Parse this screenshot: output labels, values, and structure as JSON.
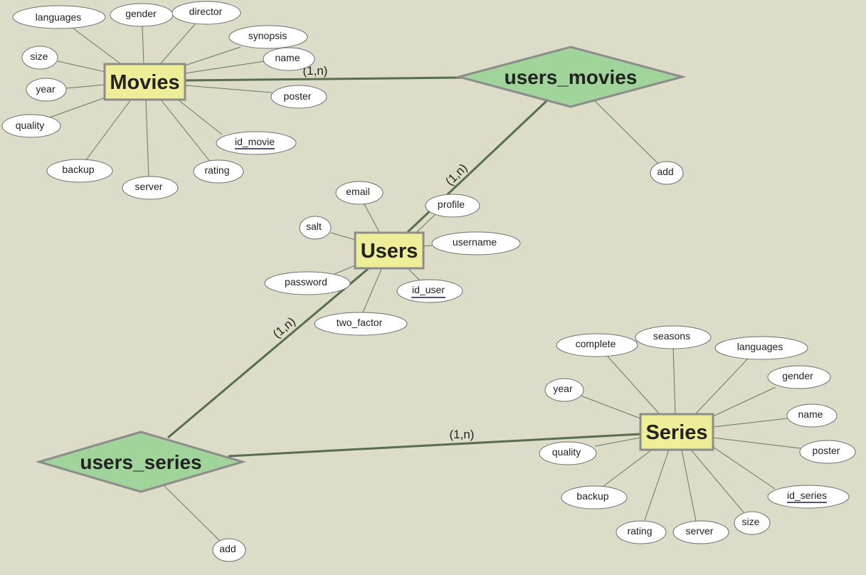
{
  "colors": {
    "background": "#dcdcc8",
    "entity_fill": "#eeee99",
    "entity_stroke": "#8c8c8c",
    "relationship_fill": "#a0d49a",
    "relationship_stroke": "#8c8c8c",
    "attribute_fill": "#ffffff",
    "attribute_stroke": "#6e6e6e",
    "thin_line": "#637a5c",
    "thick_line": "#586e4e",
    "key_underline": "#1a1a5a"
  },
  "entities": {
    "movies": "Movies",
    "users": "Users",
    "series": "Series"
  },
  "relationships": {
    "users_movies": "users_movies",
    "users_series": "users_series"
  },
  "cardinalities": {
    "movies_users_movies": "(1,n)",
    "users_users_movies": "(1,n)",
    "users_users_series": "(1,n)",
    "series_users_series": "(1,n)"
  },
  "attributes": {
    "movies": {
      "languages": "languages",
      "gender": "gender",
      "director": "director",
      "synopsis": "synopsis",
      "name": "name",
      "size": "size",
      "year": "year",
      "quality": "quality",
      "poster": "poster",
      "id_movie": "id_movie",
      "backup": "backup",
      "server": "server",
      "rating": "rating"
    },
    "users_movies": {
      "add": "add"
    },
    "users": {
      "email": "email",
      "salt": "salt",
      "profile": "profile",
      "username": "username",
      "password": "password",
      "id_user": "id_user",
      "two_factor": "two_factor"
    },
    "series": {
      "complete": "complete",
      "seasons": "seasons",
      "languages": "languages",
      "year": "year",
      "gender": "gender",
      "name": "name",
      "quality": "quality",
      "poster": "poster",
      "backup": "backup",
      "id_series": "id_series",
      "size": "size",
      "rating": "rating",
      "server": "server"
    },
    "users_series": {
      "add": "add"
    }
  }
}
